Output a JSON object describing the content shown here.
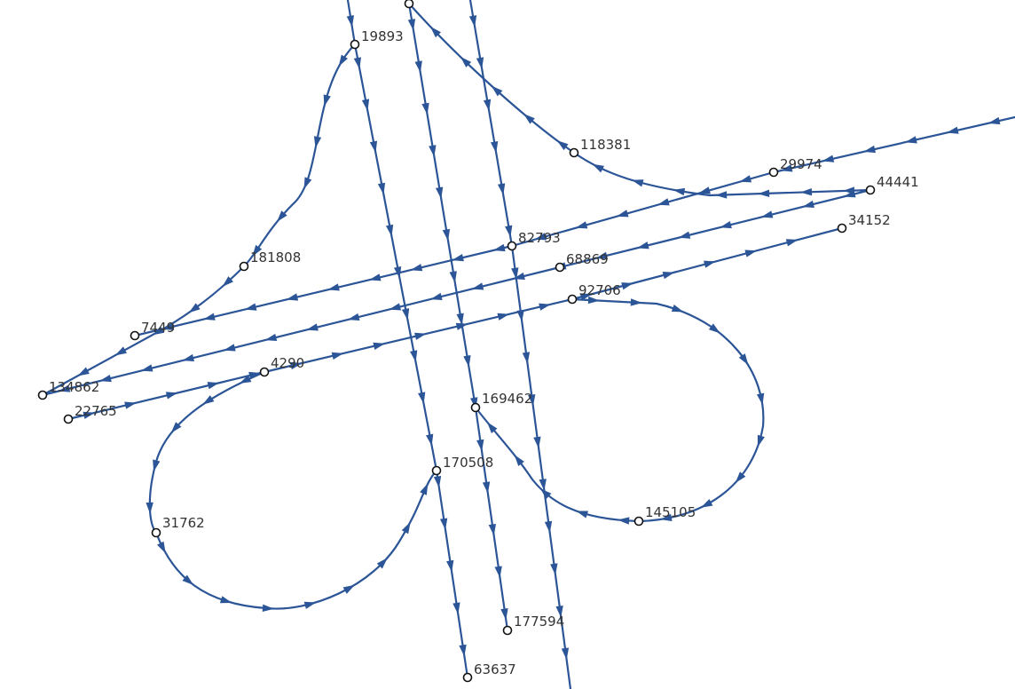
{
  "colors": {
    "road": "#2b5597",
    "node_stroke": "#111111",
    "node_fill": "#ffffff",
    "label": "#333333",
    "background": "#ffffff"
  },
  "nodes": [
    {
      "id": "19893",
      "label": "19893"
    },
    {
      "id": "118381",
      "label": "118381"
    },
    {
      "id": "29974",
      "label": "29974"
    },
    {
      "id": "44441",
      "label": "44441"
    },
    {
      "id": "34152",
      "label": "34152"
    },
    {
      "id": "82793",
      "label": "82793"
    },
    {
      "id": "68869",
      "label": "68869"
    },
    {
      "id": "92706",
      "label": "92706"
    },
    {
      "id": "181808",
      "label": "181808"
    },
    {
      "id": "7449",
      "label": "7449"
    },
    {
      "id": "4290",
      "label": "4290"
    },
    {
      "id": "134862",
      "label": "134862"
    },
    {
      "id": "22765",
      "label": "22765"
    },
    {
      "id": "169462",
      "label": "169462"
    },
    {
      "id": "170508",
      "label": "170508"
    },
    {
      "id": "31762",
      "label": "31762"
    },
    {
      "id": "145105",
      "label": "145105"
    },
    {
      "id": "177594",
      "label": "177594"
    },
    {
      "id": "63637",
      "label": "63637"
    },
    {
      "id": "top-north",
      "label": ""
    }
  ]
}
